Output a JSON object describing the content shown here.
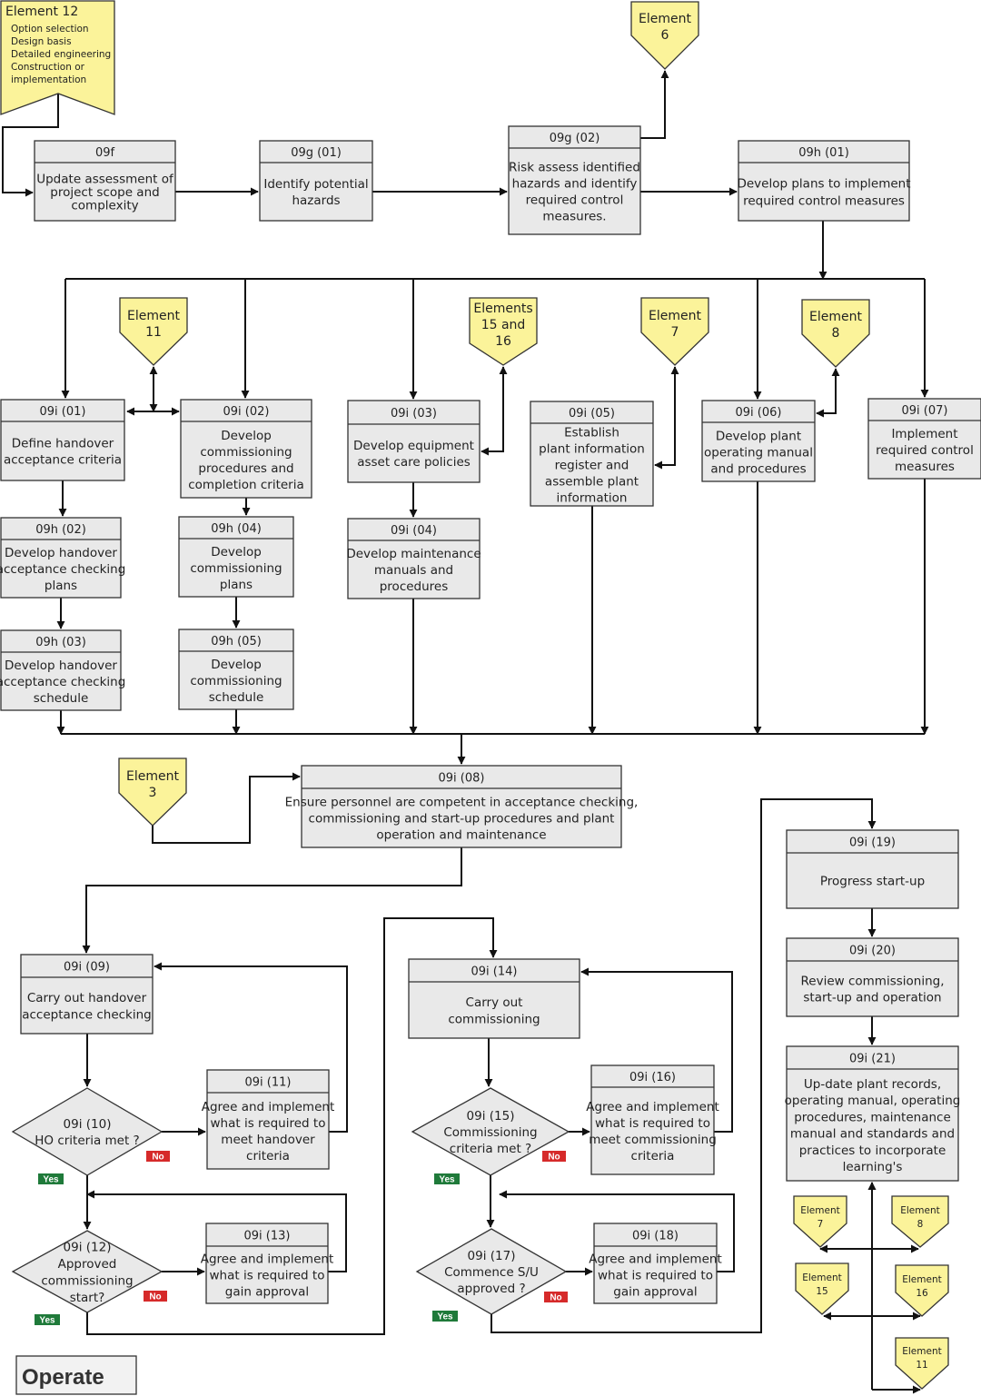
{
  "boxes": [
    {
      "id": "09f",
      "lines": [
        "Update assessment of",
        "project scope and",
        "complexity"
      ]
    },
    {
      "id": "09g (01)",
      "lines": [
        "Identify potential",
        "hazards"
      ]
    },
    {
      "id": "09g (02)",
      "lines": [
        "Risk assess identified",
        "hazards  and identify",
        "required control",
        "measures."
      ]
    },
    {
      "id": "09h (01)",
      "lines": [
        "Develop plans to implement",
        "required control measures"
      ]
    },
    {
      "id": "09i (01)",
      "lines": [
        "Define handover",
        "acceptance criteria"
      ]
    },
    {
      "id": "09i (02)",
      "lines": [
        "Develop",
        "commissioning",
        "procedures and",
        "completion criteria"
      ]
    },
    {
      "id": "09i (03)",
      "lines": [
        "Develop equipment",
        "asset care policies"
      ]
    },
    {
      "id": "09i (05)",
      "lines": [
        "Establish",
        "plant information",
        "register and",
        "assemble plant",
        "information"
      ]
    },
    {
      "id": "09i (06)",
      "lines": [
        "Develop plant",
        "operating manual",
        "and procedures"
      ]
    },
    {
      "id": "09i (07)",
      "lines": [
        "Implement",
        "required control",
        "measures"
      ]
    },
    {
      "id": "09h (02)",
      "lines": [
        "Develop handover",
        "acceptance checking",
        "plans"
      ]
    },
    {
      "id": "09h (04)",
      "lines": [
        "Develop",
        "commissioning",
        "plans"
      ]
    },
    {
      "id": "09i (04)",
      "lines": [
        "Develop maintenance",
        "manuals and",
        "procedures"
      ]
    },
    {
      "id": "09h (03)",
      "lines": [
        "Develop handover",
        "acceptance checking",
        "schedule"
      ]
    },
    {
      "id": "09h (05)",
      "lines": [
        "Develop",
        "commissioning",
        "schedule"
      ]
    },
    {
      "id": "09i (08)",
      "lines": [
        "Ensure personnel are competent in acceptance checking,",
        "commissioning and start-up procedures and plant",
        "operation and maintenance"
      ]
    },
    {
      "id": "09i (09)",
      "lines": [
        "Carry out handover",
        "acceptance checking"
      ]
    },
    {
      "id": "09i (11)",
      "lines": [
        "Agree and implement",
        "what is required to",
        "meet handover",
        "criteria"
      ]
    },
    {
      "id": "09i (13)",
      "lines": [
        "Agree and implement",
        "what is required to",
        "gain approval"
      ]
    },
    {
      "id": "09i (14)",
      "lines": [
        "Carry out",
        "commissioning"
      ]
    },
    {
      "id": "09i (16)",
      "lines": [
        "Agree and implement",
        "what is required to",
        "meet commissioning",
        "criteria"
      ]
    },
    {
      "id": "09i (18)",
      "lines": [
        "Agree and implement",
        "what is required to",
        "gain approval"
      ]
    },
    {
      "id": "09i (19)",
      "lines": [
        "Progress start-up"
      ]
    },
    {
      "id": "09i (20)",
      "lines": [
        "Review  commissioning,",
        "start-up and operation"
      ]
    },
    {
      "id": "09i (21)",
      "lines": [
        "Up-date plant records,",
        "operating manual, operating",
        "procedures, maintenance",
        "manual and standards and",
        "practices to incorporate",
        "learning's"
      ]
    }
  ],
  "decisions": [
    {
      "lines": [
        "09i (10)",
        "HO criteria met ?"
      ]
    },
    {
      "lines": [
        "09i (12)",
        "Approved",
        "commissioning",
        "start?"
      ]
    },
    {
      "lines": [
        "09i (15)",
        "Commissioning",
        "criteria met ?"
      ]
    },
    {
      "lines": [
        "09i (17)",
        "Commence S/U",
        "approved  ?"
      ]
    }
  ],
  "elements": [
    {
      "title": "Element 12",
      "lines": [
        "Option selection",
        "Design basis",
        "Detailed engineering",
        "Construction or",
        "implementation"
      ]
    },
    {
      "lines": [
        "Element",
        "6"
      ]
    },
    {
      "lines": [
        "Element",
        "11"
      ]
    },
    {
      "lines": [
        "Elements",
        "15 and",
        "16"
      ]
    },
    {
      "lines": [
        "Element",
        "7"
      ]
    },
    {
      "lines": [
        "Element",
        "8"
      ]
    },
    {
      "lines": [
        "Element",
        "3"
      ]
    },
    {
      "lines": [
        "Element",
        "7"
      ]
    },
    {
      "lines": [
        "Element",
        "8"
      ]
    },
    {
      "lines": [
        "Element",
        "15"
      ]
    },
    {
      "lines": [
        "Element",
        "16"
      ]
    },
    {
      "lines": [
        "Element",
        "11"
      ]
    }
  ],
  "labels": {
    "yes": "Yes",
    "no": "No",
    "operate": "Operate"
  },
  "colors": {
    "box_fill": "#e9e9e9",
    "element_fill": "#fbf39a",
    "yes_tag": "#1f7a3a",
    "no_tag": "#d62a2a"
  }
}
